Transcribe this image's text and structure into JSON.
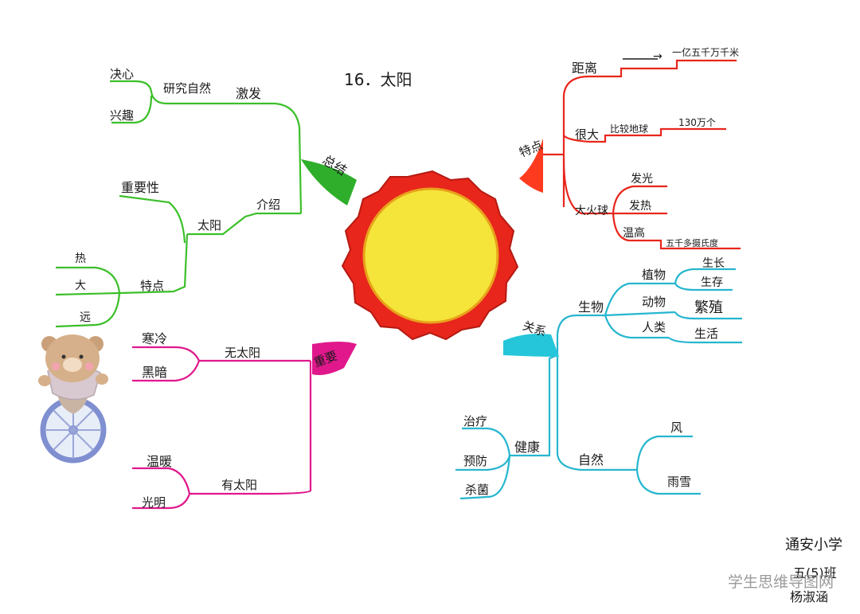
{
  "title": "16．太阳",
  "school": "通安小学",
  "class_name": "五(5)班",
  "student": "杨淑涵",
  "watermark": "学生思维导图网",
  "colors": {
    "green": "#3cbf2a",
    "red": "#e8261c",
    "pink": "#e0188c",
    "cyan": "#26b6cf",
    "sun_fill": "#f5e43a",
    "sun_ring": "#e8261c"
  },
  "summary": {
    "label": "总结",
    "inspire": {
      "label": "激发",
      "child": "研究自然",
      "leaves": [
        "决心",
        "兴趣"
      ]
    },
    "intro": {
      "label": "介绍",
      "child": "太阳",
      "importance": "重要性",
      "features": {
        "label": "特点",
        "leaves": [
          "热",
          "大",
          "远"
        ]
      }
    }
  },
  "importance": {
    "label": "重要",
    "without": {
      "label": "无太阳",
      "leaves": [
        "寒冷",
        "黑暗"
      ]
    },
    "with": {
      "label": "有太阳",
      "leaves": [
        "温暖",
        "光明"
      ]
    }
  },
  "traits": {
    "label": "特点",
    "distance": {
      "label": "距离",
      "arrow": "→",
      "value": "一亿五千万千米"
    },
    "big": {
      "label": "很大",
      "compare": "比较地球",
      "value": "130万个"
    },
    "fireball": {
      "label": "大火球",
      "leaves": [
        "发光",
        "发热"
      ],
      "heat": {
        "label": "温高",
        "value": "五千多摄氏度"
      }
    }
  },
  "relation": {
    "label": "关系",
    "life": {
      "label": "生物",
      "plants": {
        "label": "植物",
        "leaves": [
          "生长",
          "生存"
        ]
      },
      "animals": {
        "label": "动物",
        "leaves": [
          "繁殖"
        ]
      },
      "humans": {
        "label": "人类",
        "leaves": [
          "生活"
        ]
      }
    },
    "health": {
      "label": "健康",
      "leaves": [
        "治疗",
        "预防",
        "杀菌"
      ]
    },
    "nature": {
      "label": "自然",
      "leaves": [
        "风",
        "雨雪"
      ]
    }
  }
}
